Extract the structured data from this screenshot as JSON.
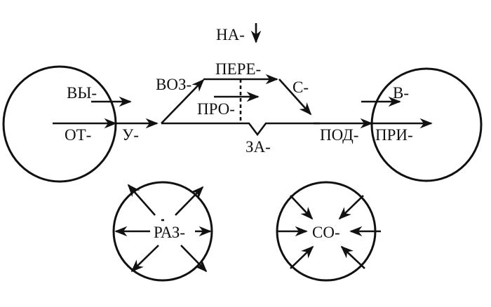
{
  "diagram": {
    "prefixes": {
      "na": "НА-",
      "vy": "ВЫ-",
      "ot": "ОТ-",
      "u": "У-",
      "voz": "ВОЗ-",
      "pere": "ПЕРЕ-",
      "pro": "ПРО-",
      "s": "С-",
      "za": "ЗА-",
      "pod": "ПОД-",
      "pri": "ПРИ-",
      "v": "В-",
      "raz": "РАЗ-",
      "so": "СО-"
    }
  }
}
